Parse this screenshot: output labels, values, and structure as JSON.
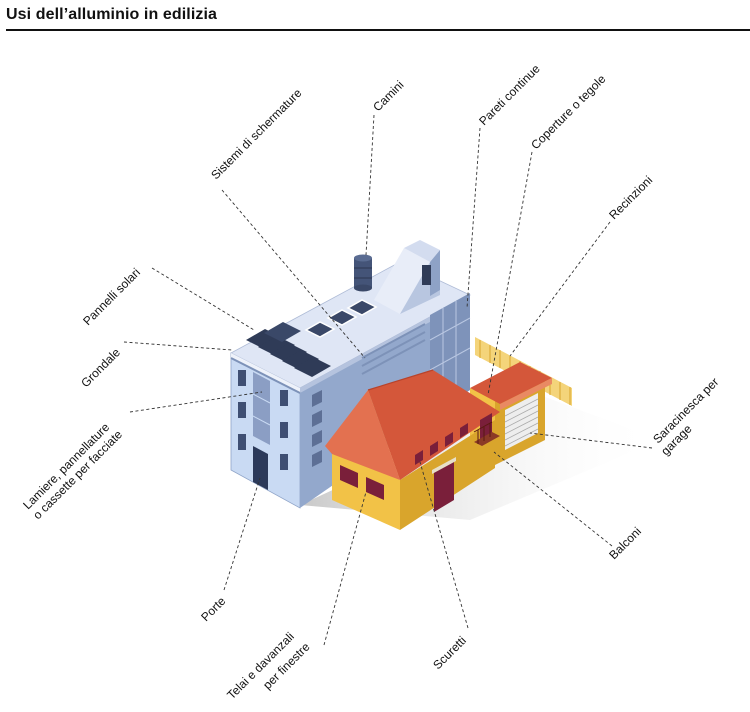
{
  "title": "Usi dell’alluminio in edilizia",
  "labels": {
    "camini": "Camini",
    "schermature": "Sistemi di schermature",
    "pareti": "Pareti continue",
    "coperture": "Coperture o tegole",
    "recinzioni": "Recinzioni",
    "pannelli": "Pannelli solari",
    "grondale": "Grondale",
    "lamiere_1": "Lamiere, pannellature",
    "lamiere_2": "o cassette per facciate",
    "saracinesca_1": "Saracinesca per",
    "saracinesca_2": "garage",
    "balconi": "Balconi",
    "porte": "Porte",
    "telai_1": "Telai e davanzali",
    "telai_2": "per finestre",
    "scuretti": "Scuretti"
  },
  "colors": {
    "facade_light": "#c9daf3",
    "facade_side": "#8fa4c8",
    "roof_top": "#dfe6f5",
    "solar_panel": "#2f3b57",
    "house_wall": "#f2c247",
    "house_wall_side": "#d9a52c",
    "house_roof": "#d4573a",
    "house_roof_side": "#e98a63",
    "door": "#7a1f3a",
    "fence": "#f3cf6b"
  }
}
